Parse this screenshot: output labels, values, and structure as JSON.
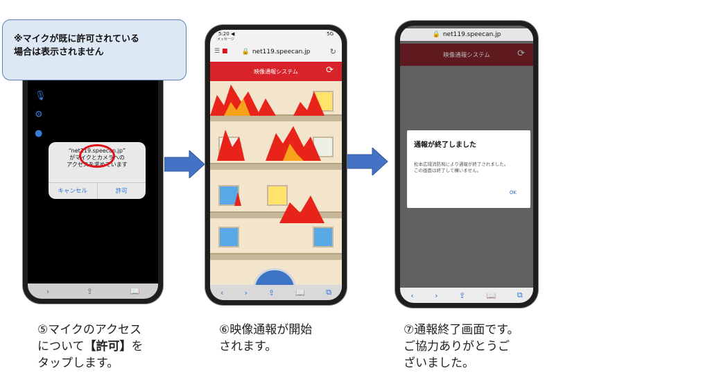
{
  "callout": {
    "line1": "※マイクが既に許可されている",
    "line2": "場合は表示されません"
  },
  "phone1": {
    "dialog_title": "“net119.speecan.jp”",
    "dialog_msg_1": "がマイクとカメラへの",
    "dialog_msg_2": "アクセスを求めています",
    "cancel_label": "キャンセル",
    "allow_label": "許可",
    "side_icons": [
      "mic-icon",
      "gear-icon",
      "info-icon"
    ],
    "highlight_color": "#e0101a"
  },
  "phone2": {
    "time": "5:20 ◀",
    "status_right": "5G",
    "status_sub": "メッセージ",
    "url": "net119.speecan.jp",
    "app_title": "映像通報システム",
    "appbar_color": "#d8232a"
  },
  "phone3": {
    "url": "net119.speecan.jp",
    "app_title": "映像通報システム",
    "dialog_title": "通報が終了しました",
    "dialog_msg_1": "松本広域消防局により通報が終了されました。",
    "dialog_msg_2": "この画面は終了して構いません。",
    "ok_label": "OK"
  },
  "arrow_color": "#4472c4",
  "captions": {
    "step5_line1": "⑤マイクのアクセス",
    "step5_line2_pre": "について",
    "step5_line2_bold": "【許可】",
    "step5_line2_post": "を",
    "step5_line3": "タップします。",
    "step6_line1": "⑥映像通報が開始",
    "step6_line2": "されます。",
    "step7_line1": "⑦通報終了画面です。",
    "step7_line2": "ご協力ありがとうご",
    "step7_line3": "ざいました。"
  }
}
